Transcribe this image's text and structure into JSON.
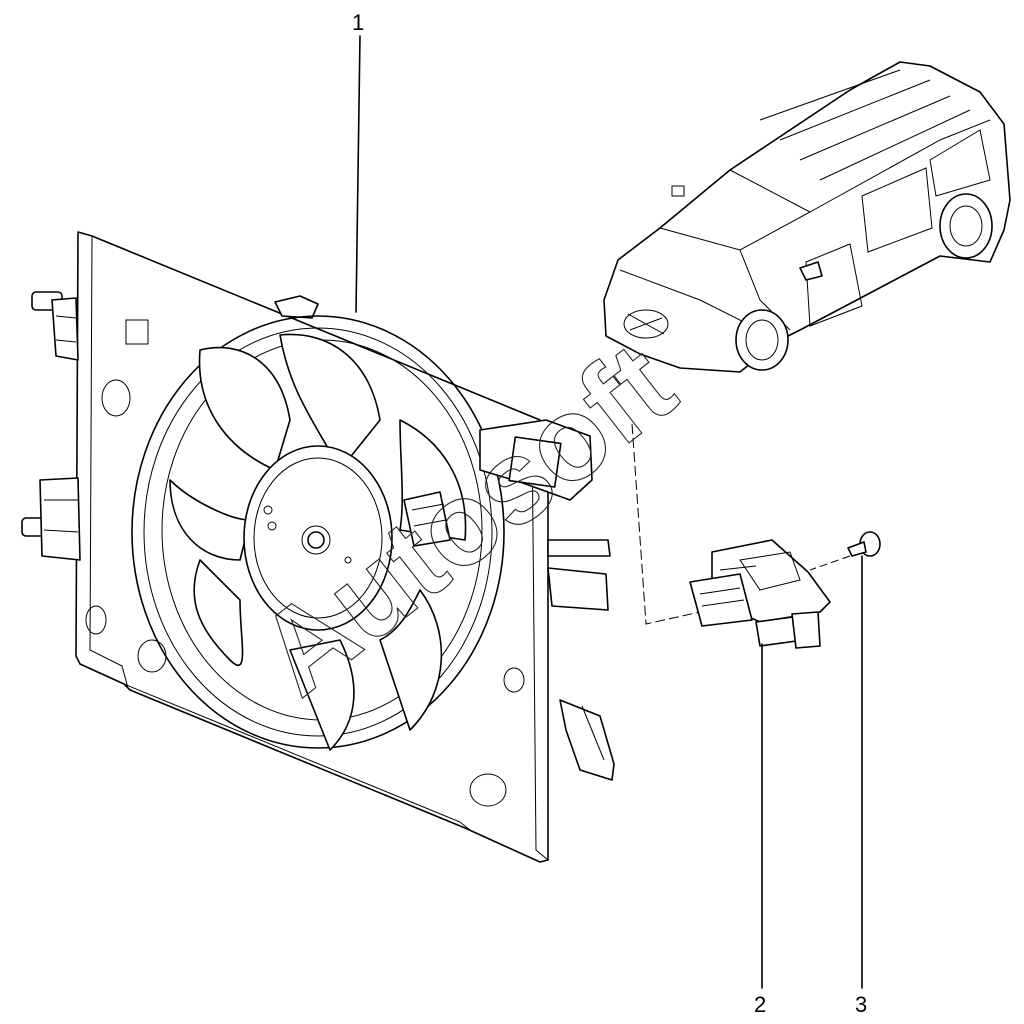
{
  "callouts": {
    "fan_assembly": "1",
    "resistor": "2",
    "screw": "3"
  },
  "watermark": "Autosoft",
  "colors": {
    "line": "#000000",
    "background": "#ffffff"
  }
}
